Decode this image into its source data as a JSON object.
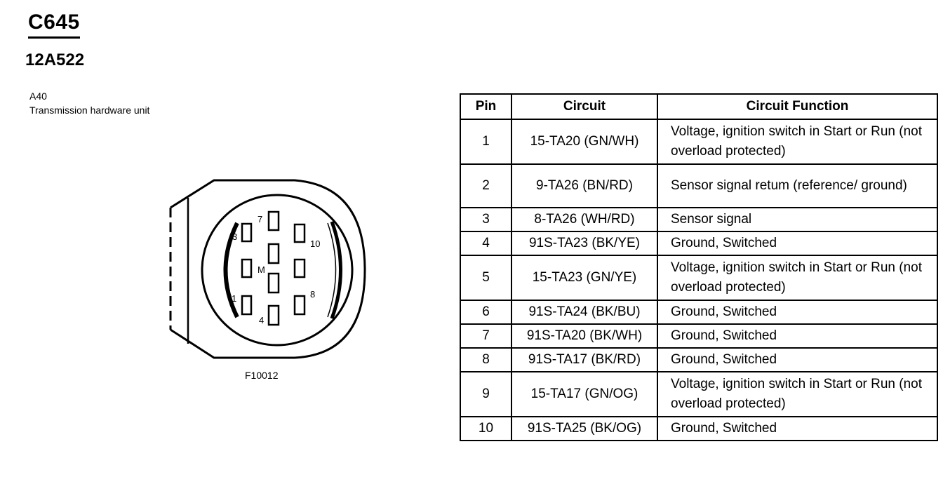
{
  "header": {
    "connector_id": "C645",
    "part_number": "12A522",
    "component_code": "A40",
    "component_name": "Transmission hardware unit"
  },
  "diagram": {
    "figure_id": "F10012",
    "pin_labels": [
      "7",
      "3",
      "10",
      "M",
      "1",
      "8",
      "4"
    ]
  },
  "table": {
    "headers": [
      "Pin",
      "Circuit",
      "Circuit Function"
    ],
    "rows": [
      {
        "pin": "1",
        "circuit": "15-TA20 (GN/WH)",
        "function": "Voltage, ignition switch in Start or Run (not overload protected)"
      },
      {
        "pin": "2",
        "circuit": "9-TA26 (BN/RD)",
        "function": "Sensor signal retum (reference/ ground)"
      },
      {
        "pin": "3",
        "circuit": "8-TA26 (WH/RD)",
        "function": "Sensor signal"
      },
      {
        "pin": "4",
        "circuit": "91S-TA23 (BK/YE)",
        "function": "Ground, Switched"
      },
      {
        "pin": "5",
        "circuit": "15-TA23 (GN/YE)",
        "function": "Voltage, ignition switch in Start or Run (not overload protected)"
      },
      {
        "pin": "6",
        "circuit": "91S-TA24 (BK/BU)",
        "function": "Ground, Switched"
      },
      {
        "pin": "7",
        "circuit": "91S-TA20 (BK/WH)",
        "function": "Ground, Switched"
      },
      {
        "pin": "8",
        "circuit": "91S-TA17 (BK/RD)",
        "function": "Ground, Switched"
      },
      {
        "pin": "9",
        "circuit": "15-TA17 (GN/OG)",
        "function": "Voltage, ignition switch in Start or Run (not overload protected)"
      },
      {
        "pin": "10",
        "circuit": "91S-TA25 (BK/OG)",
        "function": "Ground, Switched"
      }
    ]
  }
}
